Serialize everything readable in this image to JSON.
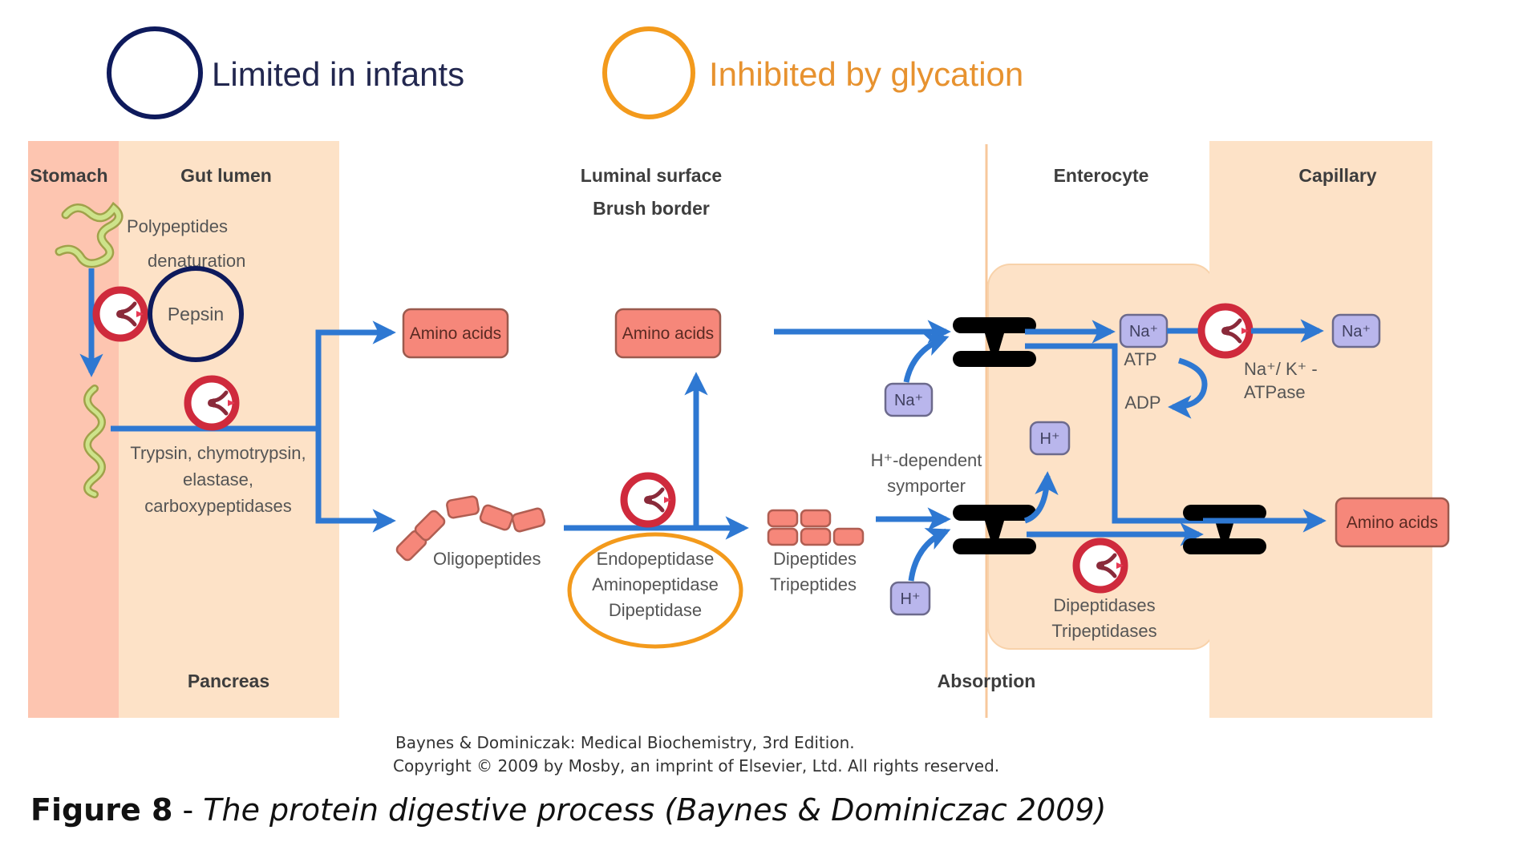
{
  "legend": {
    "items": [
      {
        "label": "Limited in infants",
        "color": "#0e1a5c"
      },
      {
        "label": "Inhibited by glycation",
        "color": "#f39a1c"
      }
    ]
  },
  "regions": {
    "stomach": "Stomach",
    "gut_lumen": "Gut lumen",
    "luminal_surface": "Luminal surface",
    "brush_border": "Brush border",
    "enterocyte": "Enterocyte",
    "capillary": "Capillary",
    "pancreas": "Pancreas",
    "absorption": "Absorption"
  },
  "substrates": {
    "polypeptides": "Polypeptides",
    "denaturation": "denaturation",
    "oligopeptides": "Oligopeptides",
    "dipeptides": "Dipeptides",
    "tripeptides": "Tripeptides",
    "amino_acids": "Amino acids"
  },
  "enzymes": {
    "pepsin": "Pepsin",
    "pancreatic": [
      "Trypsin, chymotrypsin,",
      "elastase,",
      "carboxypeptidases"
    ],
    "brush_border": [
      "Endopeptidase",
      "Aminopeptidase",
      "Dipeptidase"
    ],
    "intracellular": [
      "Dipeptidases",
      "Tripeptidases"
    ],
    "pump": [
      "Na⁺/ K⁺ -",
      "ATPase"
    ]
  },
  "ions": {
    "na": "Na⁺",
    "h": "H⁺",
    "atp": "ATP",
    "adp": "ADP",
    "symporter": [
      "H⁺-dependent",
      "symporter"
    ]
  },
  "colors": {
    "stomach_bg": "#fdc5b0",
    "lumen_bg": "#fde2c7",
    "arrow": "#2e78d2",
    "enzyme_red": "#cf2a3c",
    "amino_box": "#f6877a",
    "ion_box": "#b9b6ec",
    "transporter": "#d7787e"
  },
  "credit": {
    "line1": "Baynes & Dominiczak: Medical Biochemistry, 3rd Edition.",
    "line2": "Copyright © 2009 by Mosby, an imprint of Elsevier, Ltd. All rights reserved."
  },
  "caption": {
    "label": "Figure 8",
    "separator": " - ",
    "text": "The protein digestive process (Baynes & Dominiczac 2009)"
  }
}
